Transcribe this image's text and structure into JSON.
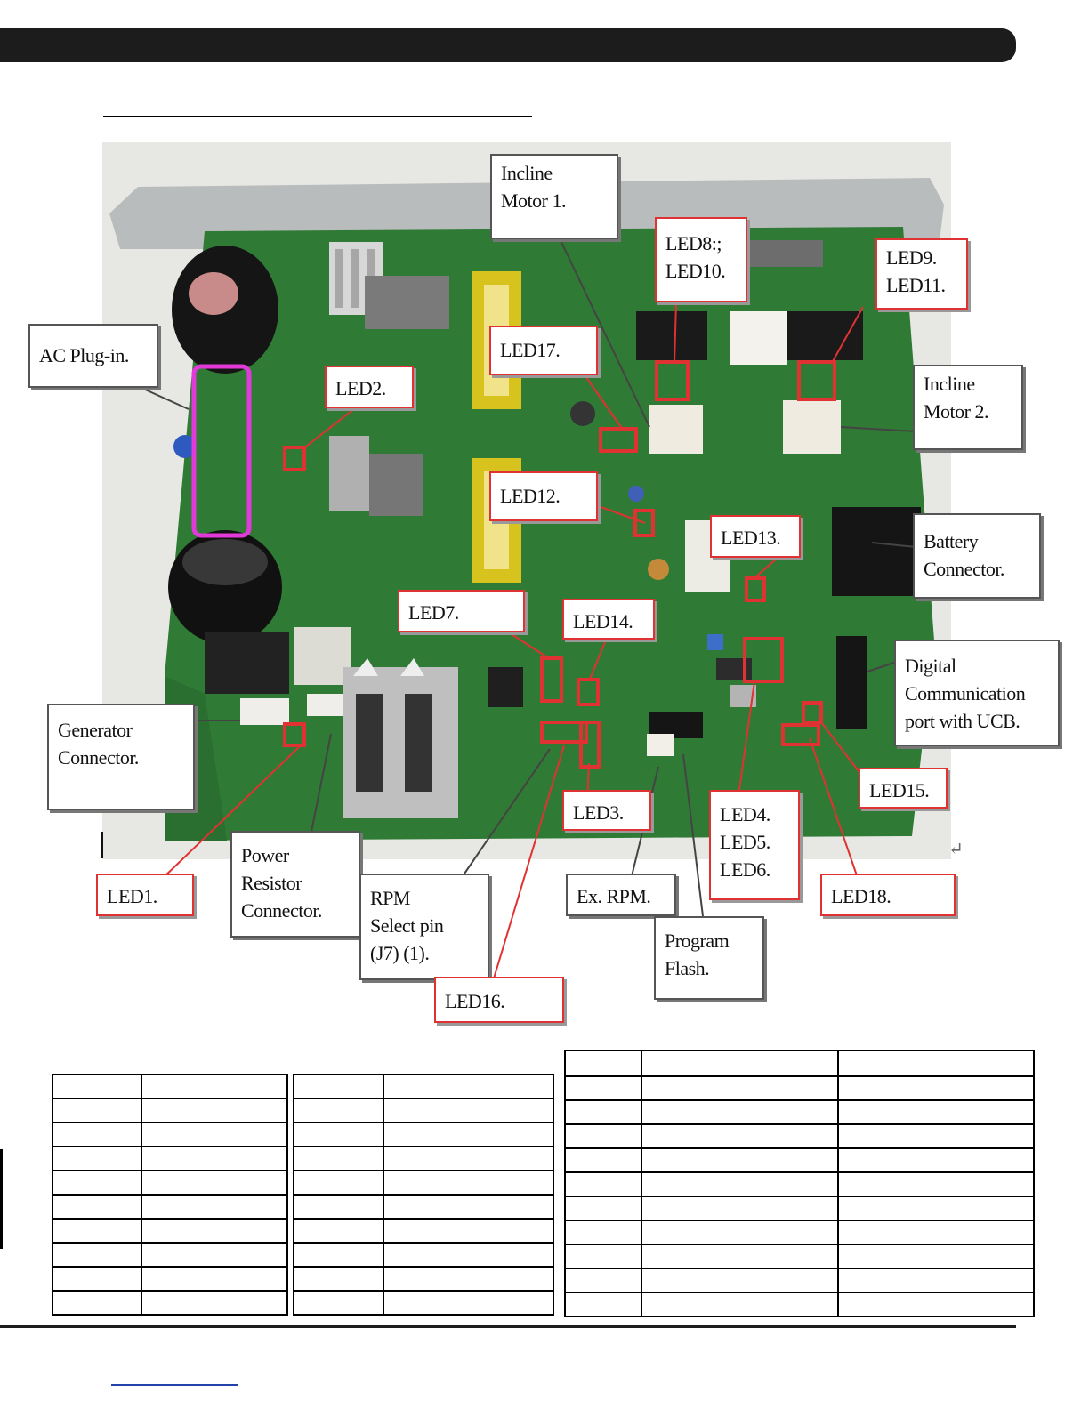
{
  "callouts": {
    "incline_motor_1": "Incline\nMotor 1.",
    "led8_led10": "LED8:;\nLED10.",
    "led9_led11": "LED9.\nLED11.",
    "ac_plug_in": "AC Plug-in.",
    "led17": "LED17.",
    "led2": "LED2.",
    "incline_motor_2": "Incline\nMotor 2.",
    "led12": "LED12.",
    "led13": "LED13.",
    "battery_connector": "Battery\nConnector.",
    "led7": "LED7.",
    "led14": "LED14.",
    "digital_comm_port": "Digital\nCommunication\nport with UCB.",
    "generator_connector": "Generator\nConnector.",
    "led15": "LED15.",
    "led3": "LED3.",
    "led4_5_6": "LED4.\nLED5.\nLED6.",
    "led1": "LED1.",
    "power_resistor_connector": "Power\nResistor\nConnector.",
    "rpm_select_pin": "RPM\nSelect pin\n(J7) (1).",
    "ex_rpm": "Ex. RPM.",
    "led18": "LED18.",
    "program_flash": "Program\nFlash.",
    "led16": "LED16."
  },
  "colors": {
    "header_bar": "#1c1c1c",
    "pcb_green": "#2f7a34",
    "highlight_red": "#e03232",
    "highlight_magenta": "#e23ad9"
  },
  "symbols": {
    "return_mark": "↵"
  }
}
